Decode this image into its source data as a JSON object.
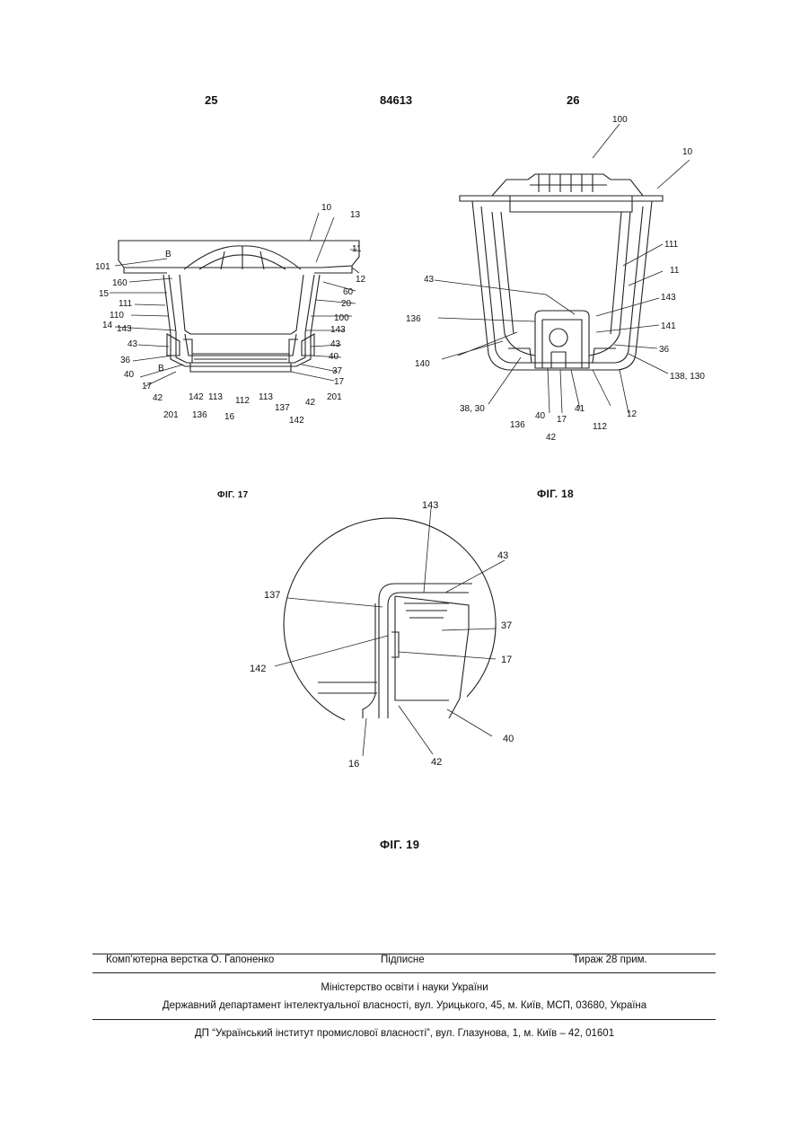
{
  "header": {
    "page_left": "25",
    "patent_number": "84613",
    "page_right": "26"
  },
  "figures": {
    "fig17": {
      "caption": "ФІГ. 17",
      "labels": [
        "10",
        "13",
        "11",
        "101",
        "B",
        "160",
        "12",
        "15",
        "60",
        "111",
        "20",
        "110",
        "100",
        "14",
        "143",
        "143",
        "43",
        "43",
        "36",
        "40",
        "40",
        "B",
        "37",
        "17",
        "17",
        "42",
        "142",
        "113",
        "112",
        "113",
        "137",
        "42",
        "201",
        "201",
        "136",
        "16",
        "142"
      ]
    },
    "fig18": {
      "caption": "ФІГ. 18",
      "labels": [
        "100",
        "10",
        "111",
        "11",
        "43",
        "143",
        "136",
        "141",
        "36",
        "140",
        "138, 130",
        "38, 30",
        "136",
        "40",
        "17",
        "41",
        "112",
        "12",
        "42"
      ]
    },
    "fig19": {
      "caption": "ФІГ. 19",
      "labels": [
        "143",
        "43",
        "137",
        "37",
        "142",
        "17",
        "40",
        "16",
        "42"
      ]
    }
  },
  "footer": {
    "typesetting": "Комп’ютерна верстка О. Гапоненко",
    "signed": "Підписне",
    "circulation": "Тираж 28 прим.",
    "ministry": "Міністерство освіти і науки України",
    "department": "Державний департамент інтелектуальної власності, вул. Урицького, 45, м. Київ, МСП, 03680, Україна",
    "institute": "ДП “Український інститут промислової власності”, вул. Глазунова, 1, м. Київ – 42, 01601"
  }
}
